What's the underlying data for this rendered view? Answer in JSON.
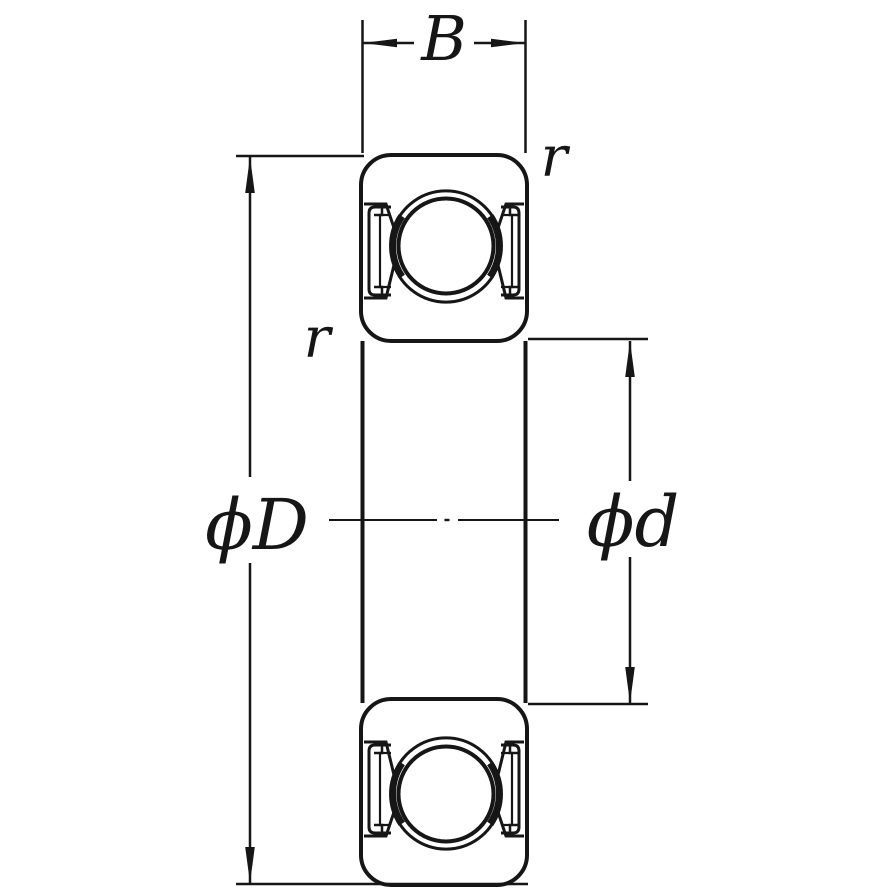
{
  "figure": {
    "labels": {
      "width": "B",
      "outer_diameter": "ϕD",
      "bore_diameter": "ϕd",
      "corner_radius_outer": "r",
      "corner_radius_inner": "r"
    },
    "colors": {
      "ink": "#161616",
      "background": "#ffffff"
    }
  }
}
